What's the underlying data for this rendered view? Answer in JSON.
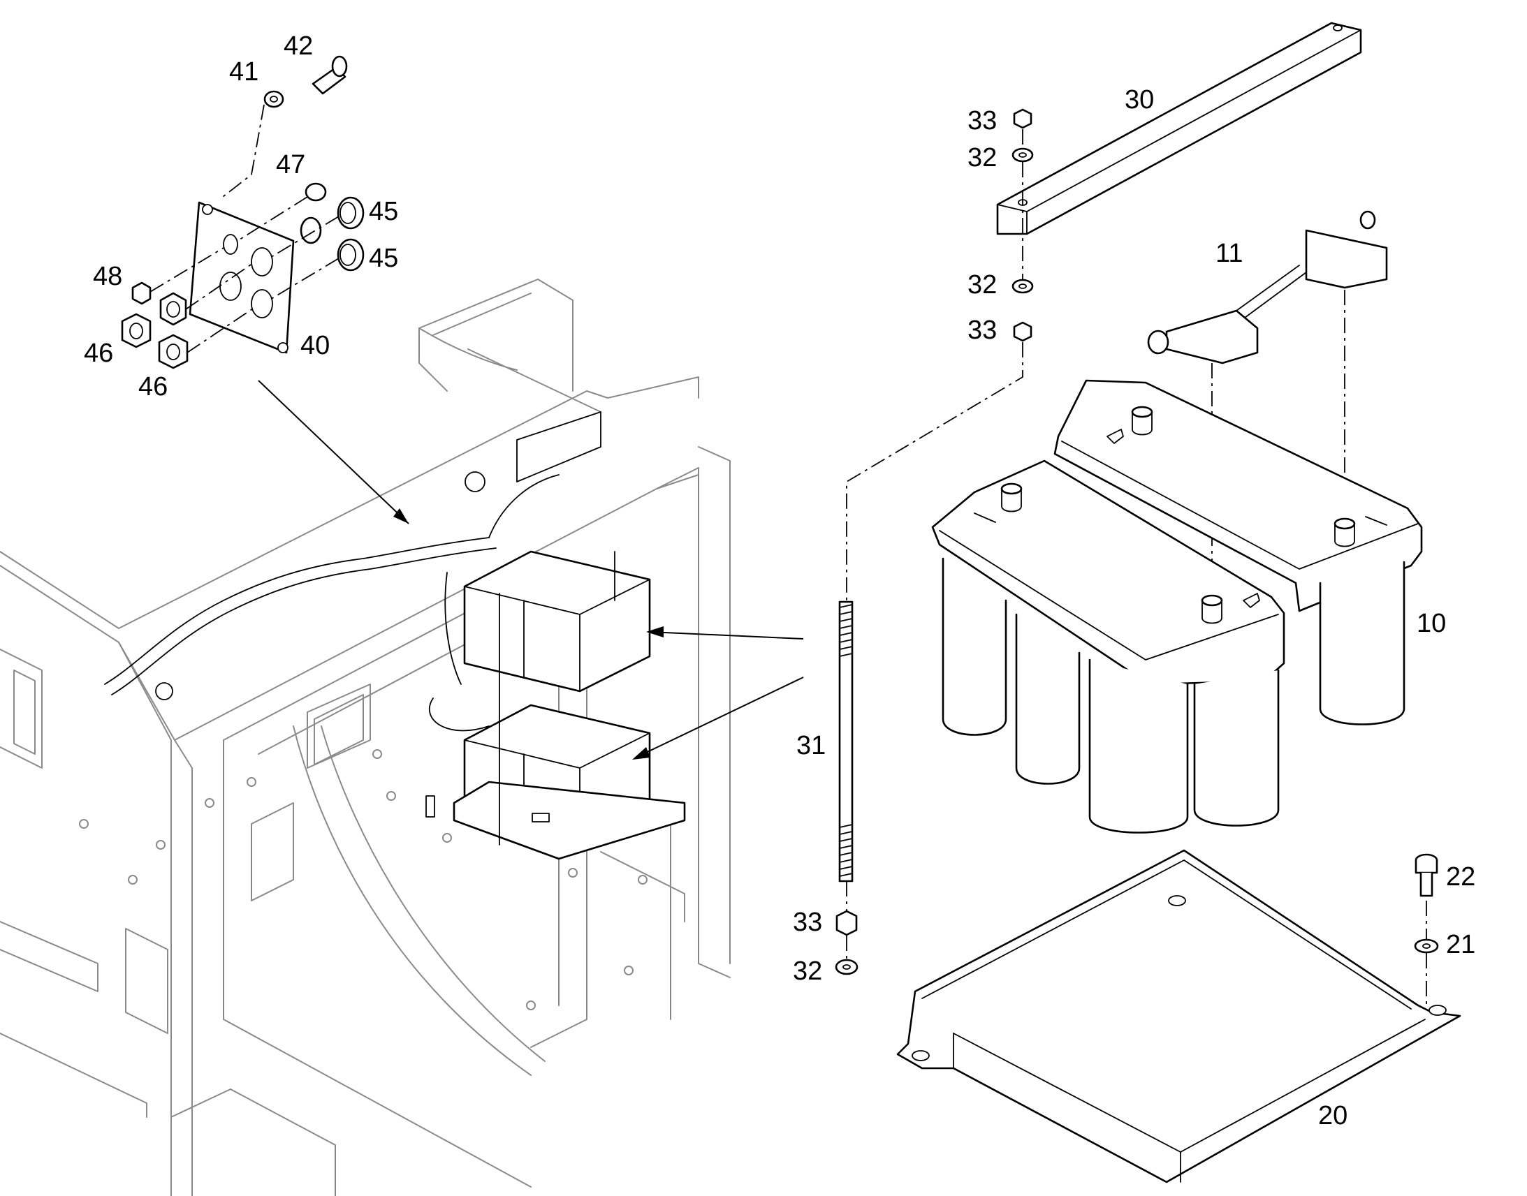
{
  "callouts": {
    "c10": "10",
    "c11": "11",
    "c20": "20",
    "c21": "21",
    "c22": "22",
    "c30": "30",
    "c31": "31",
    "c32a": "32",
    "c32b": "32",
    "c32c": "32",
    "c33a": "33",
    "c33b": "33",
    "c33c": "33",
    "c40": "40",
    "c41": "41",
    "c42": "42",
    "c45a": "45",
    "c45b": "45",
    "c46a": "46",
    "c46b": "46",
    "c47": "47",
    "c48": "48"
  },
  "colors": {
    "part_lines": "#000000",
    "context_lines": "#8a8a8a",
    "background": "#ffffff"
  }
}
